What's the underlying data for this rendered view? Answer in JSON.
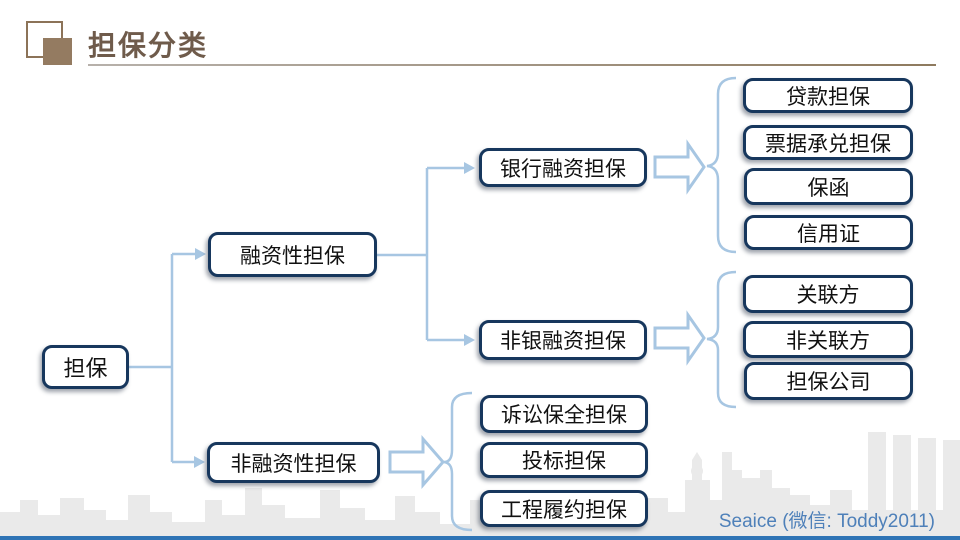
{
  "slide": {
    "title": "担保分类",
    "watermark": "Seaice (微信: Toddy2011)"
  },
  "nodes": {
    "root": "担保",
    "financing": "融资性担保",
    "non_financing": "非融资性担保",
    "bank_financing": "银行融资担保",
    "nonbank_financing": "非银融资担保",
    "loan_guarantee": "贷款担保",
    "bill_acceptance_guarantee": "票据承兑担保",
    "letter_of_guarantee": "保函",
    "letter_of_credit": "信用证",
    "related_party": "关联方",
    "non_related_party": "非关联方",
    "guarantee_company": "担保公司",
    "litigation_preservation_guarantee": "诉讼保全担保",
    "bid_guarantee": "投标担保",
    "project_performance_guarantee": "工程履约担保"
  },
  "colors": {
    "title_text": "#6F5B4B",
    "accent_square": "#947B61",
    "node_border": "#17375D",
    "connector": "#A7C6E2",
    "watermark_text": "#4E80B9",
    "bottom_bar": "#2F74B5",
    "skyline": "#EAEAEA"
  }
}
